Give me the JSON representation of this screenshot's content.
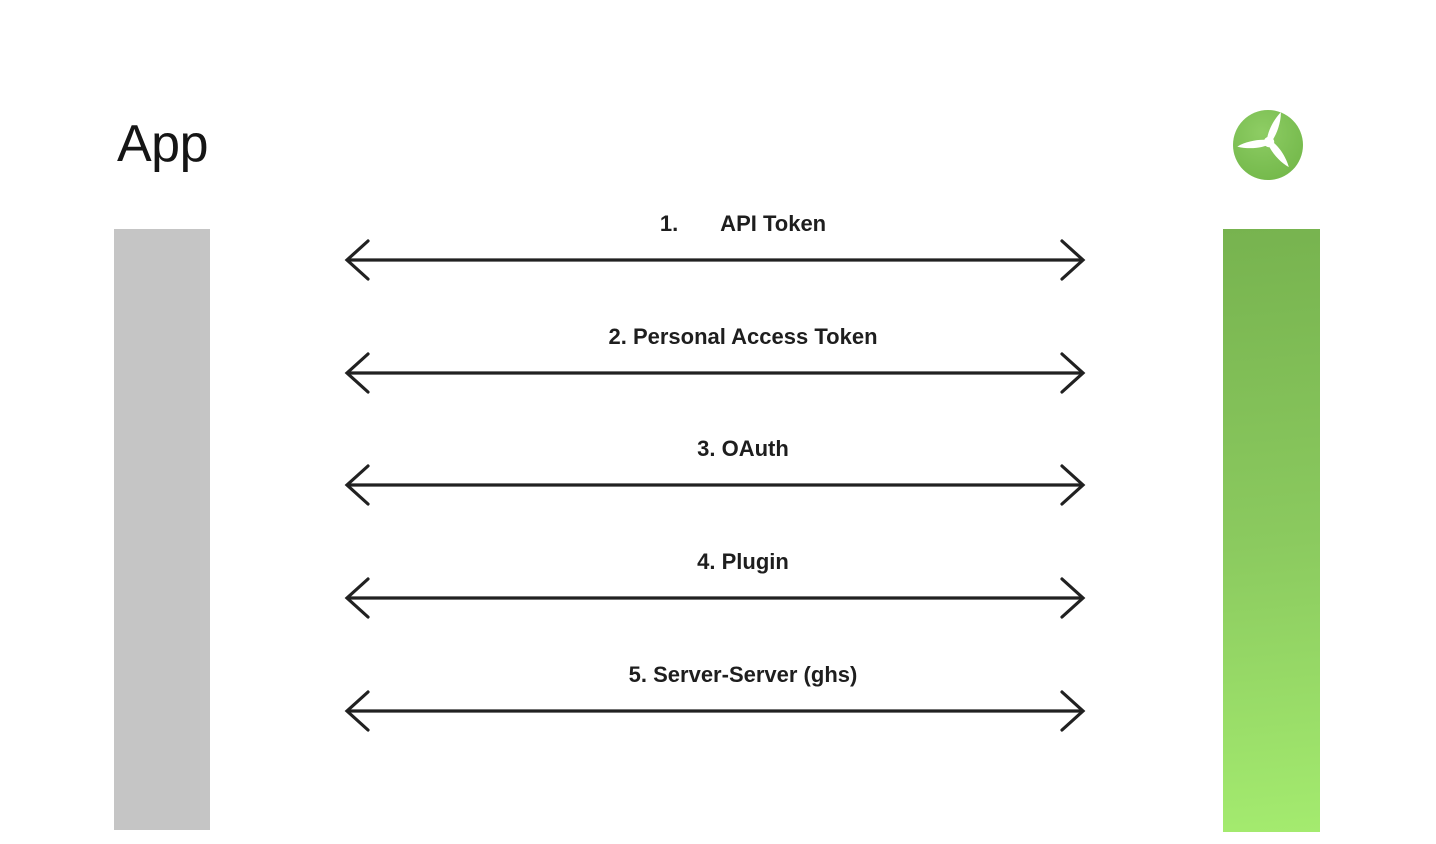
{
  "title": {
    "text": "App"
  },
  "logo": {
    "icon": "turbine-icon",
    "circle_color": "#7cbf53",
    "circle_color_light": "#8ecd64",
    "blade_color": "#ffffff"
  },
  "lifelines": {
    "app": {
      "color": "#c5c5c5"
    },
    "service": {
      "gradient_top": "#77b34f",
      "gradient_bottom": "#a4eb6f"
    }
  },
  "messages": [
    {
      "label": "1.       API Token"
    },
    {
      "label": "2. Personal Access Token"
    },
    {
      "label": "3. OAuth"
    },
    {
      "label": "4. Plugin"
    },
    {
      "label": "5. Server-Server (ghs)"
    }
  ],
  "style": {
    "arrow_color": "#212121",
    "label_color": "#1e1e1e",
    "background": "#ffffff"
  }
}
